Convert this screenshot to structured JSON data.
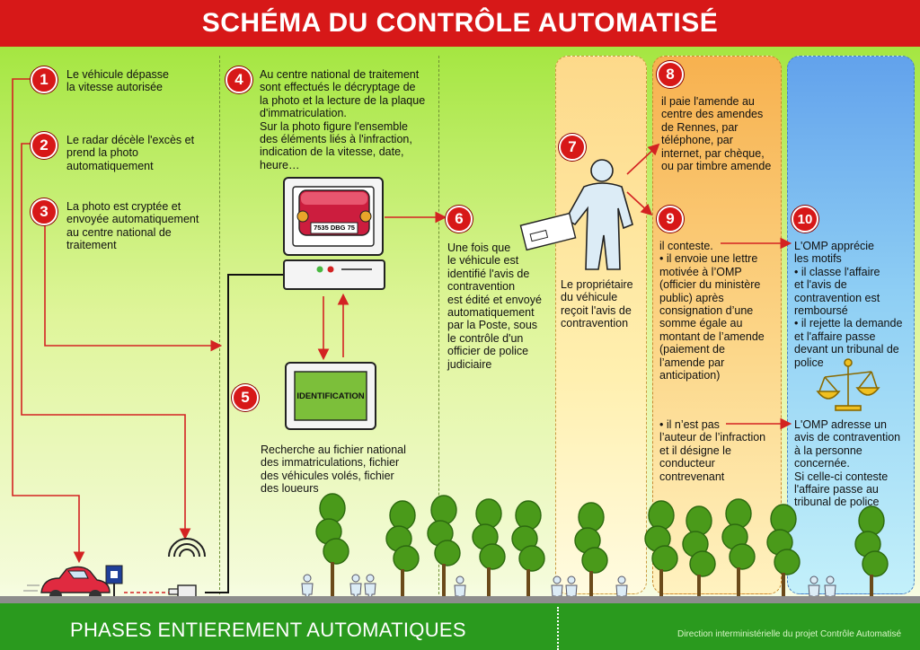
{
  "title": "SCHÉMA DU CONTRÔLE AUTOMATISÉ",
  "steps": [
    {
      "n": "1",
      "text": "Le véhicule dépasse\nla vitesse autorisée"
    },
    {
      "n": "2",
      "text": "Le radar décèle l'excès et\nprend la photo\nautomatiquement"
    },
    {
      "n": "3",
      "text": "La photo est cryptée et\nenvoyée automatiquement\nau centre national de\ntraitement"
    },
    {
      "n": "4",
      "text": "Au centre national de traitement\nsont effectués le décryptage de\nla photo et la lecture de la plaque\nd'immatriculation.\nSur la photo figure l'ensemble\ndes éléments liés à l'infraction,\nindication de la vitesse, date,\nheure…"
    },
    {
      "n": "5",
      "text": "Recherche au fichier national\ndes immatriculations, fichier\ndes véhicules volés, fichier\ndes loueurs"
    },
    {
      "n": "6",
      "text": "Une fois que\nle véhicule est\nidentifié l'avis de\ncontravention\nest édité et envoyé\nautomatiquement\npar la Poste, sous\nle contrôle d'un\nofficier de police\njudiciaire"
    },
    {
      "n": "7",
      "text": "Le propriétaire\ndu véhicule\nreçoit l'avis de\ncontravention"
    },
    {
      "n": "8",
      "text": "il paie l'amende au\ncentre des amendes\nde Rennes, par\ntéléphone, par\ninternet, par chèque,\nou par timbre amende"
    },
    {
      "n": "9",
      "text": "il conteste.\n• il envoie une lettre\nmotivée à l’OMP\n(officier du ministère\npublic) après\nconsignation d’une\nsomme égale au\nmontant de l’amende\n(paiement de\nl’amende par\nanticipation)"
    },
    {
      "n": "10",
      "text": "L'OMP apprécie\nles motifs\n• il classe l'affaire\net l'avis de\ncontravention est\nremboursé\n• il rejette la demande\net l'affaire passe\ndevant un tribunal de\npolice"
    }
  ],
  "step9b": "• il n’est pas\nl’auteur de l’infraction\net il désigne le\nconducteur\ncontrevenant",
  "step10b": "L'OMP adresse un\navis de contravention\nà la personne\nconcernée.\nSi celle-ci conteste\nl'affaire passe au\ntribunal de police",
  "plate": "7535 DBG 75",
  "identification_label": "IDENTIFICATION",
  "footer": {
    "left": "PHASES ENTIEREMENT AUTOMATIQUES",
    "right": "Direction interministérielle du projet Contrôle Automatisé"
  },
  "colors": {
    "accent_red": "#d71818",
    "arrow_red": "#d32222",
    "ground_green": "#2a9a1e",
    "panel_blue": "#62a2ec",
    "panel_orange": "#f7b14f",
    "panel_yellow": "#fdd98a"
  }
}
